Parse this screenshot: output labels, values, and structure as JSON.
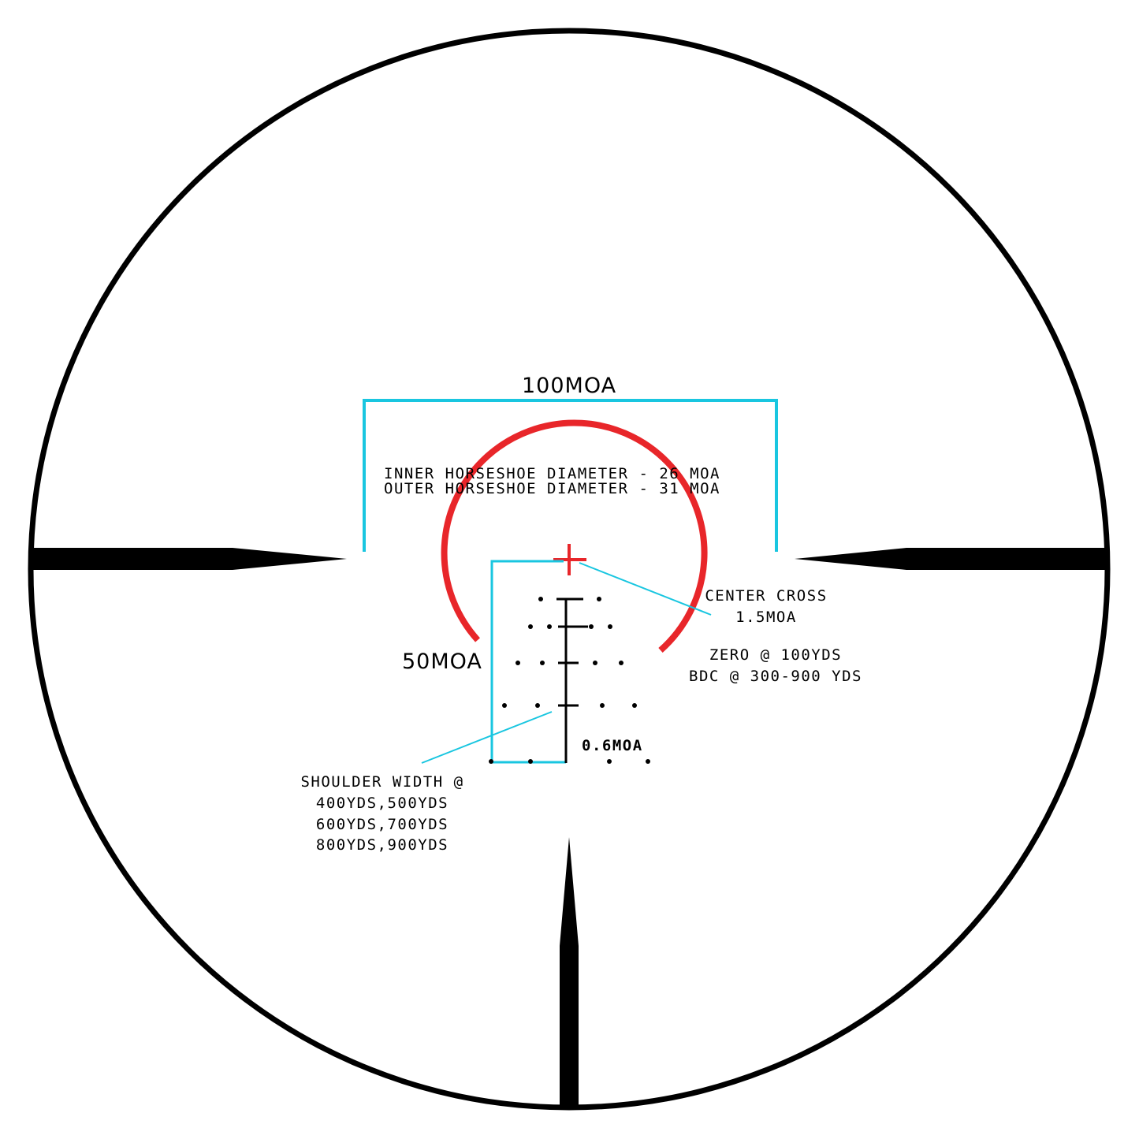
{
  "labels": {
    "top_width": "100MOA",
    "horseshoe_inner": "INNER HORSESHOE DIAMETER - 26 MOA",
    "horseshoe_outer": "OUTER HORSESHOE DIAMETER - 31 MOA",
    "side_width": "50MOA",
    "center_cross_title": "CENTER CROSS",
    "center_cross_value": "1.5MOA",
    "zero": "ZERO @ 100YDS",
    "bdc": "BDC @ 300-900 YDS",
    "tick_spacing": "0.6MOA",
    "shoulder_title": "SHOULDER WIDTH @",
    "shoulder_line1": "400YDS,500YDS",
    "shoulder_line2": "600YDS,700YDS",
    "shoulder_line3": "800YDS,900YDS"
  },
  "colors": {
    "reticle": "#000000",
    "horseshoe": "#e8262a",
    "annotation": "#19c6e0",
    "background": "#ffffff"
  }
}
